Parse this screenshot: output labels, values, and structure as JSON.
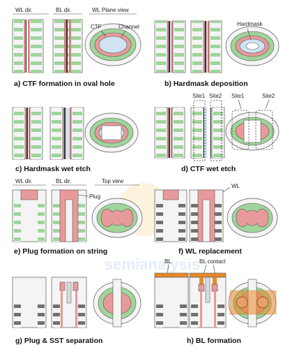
{
  "colors": {
    "green": "#9fd49a",
    "pink": "#e89a9a",
    "blue": "#cfe3f3",
    "gray": "#cfcfcf",
    "dark": "#333333",
    "orange": "#e8892b",
    "plug": "#e89a9a"
  },
  "watermark": "semianalysis",
  "panels": {
    "a": {
      "caption": "a) CTF formation in oval hole",
      "labels": {
        "wl_dir": "WL dir.",
        "bl_dir": "BL dir.",
        "plane_view": "WL Plane view",
        "ctf": "CTF",
        "channel": "Channel"
      }
    },
    "b": {
      "caption": "b) Hardmask deposition",
      "labels": {
        "hardmask": "Hardmask"
      }
    },
    "c": {
      "caption": "c) Hardmask wet etch"
    },
    "d": {
      "caption": "d) CTF wet etch",
      "labels": {
        "site1a": "Site1",
        "site2a": "Site2",
        "site1b": "Site1",
        "site2b": "Site2"
      }
    },
    "e": {
      "caption": "e) Plug formation on string",
      "labels": {
        "wl_dir": "WL dir.",
        "bl_dir": "BL dir.",
        "top_view": "Top view",
        "plug": "Plug"
      }
    },
    "f": {
      "caption": "f) WL replacement",
      "labels": {
        "wl": "WL"
      }
    },
    "g": {
      "caption": "g) Plug & SST separation"
    },
    "h": {
      "caption": "h) BL formation",
      "labels": {
        "bl": "BL",
        "bl_contact": "BL contact"
      }
    }
  }
}
